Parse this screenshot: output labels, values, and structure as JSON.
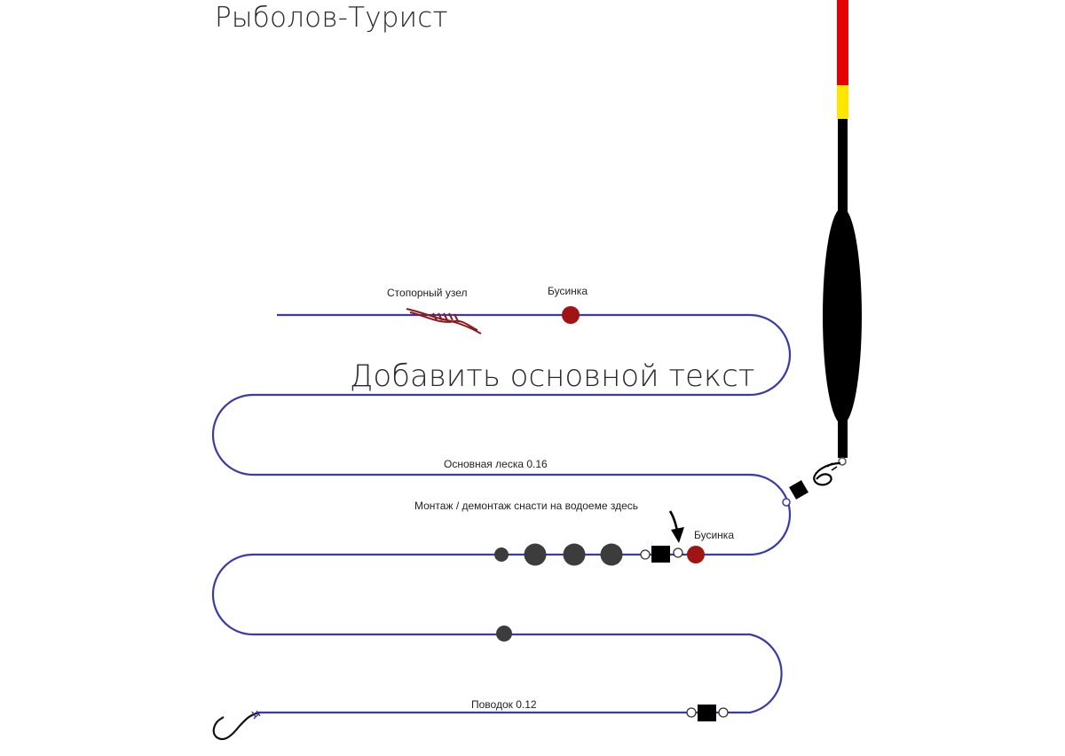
{
  "title": "Рыболов-Турист",
  "overlay_text": "Добавить основной текст",
  "labels": {
    "stop_knot": "Стопорный узел",
    "bead_top": "Бусинка",
    "main_line": "Основная леска 0.16",
    "mount_note": "Монтаж / демонтаж снасти на водоеме здесь",
    "bead_mid": "Бусинка",
    "leader": "Поводок 0.12"
  },
  "colors": {
    "line": "#3a3aa8",
    "bead": "#a01414",
    "knot": "#8c1a1a",
    "sinker": "#3c3c3c",
    "float_body": "#000000",
    "float_tip_red": "#e60000",
    "float_tip_yellow": "#ffe600"
  },
  "icons": {
    "hook": "fish-hook-icon",
    "swivel": "swivel-icon",
    "float": "float-icon",
    "arrow": "arrow-down-icon"
  }
}
